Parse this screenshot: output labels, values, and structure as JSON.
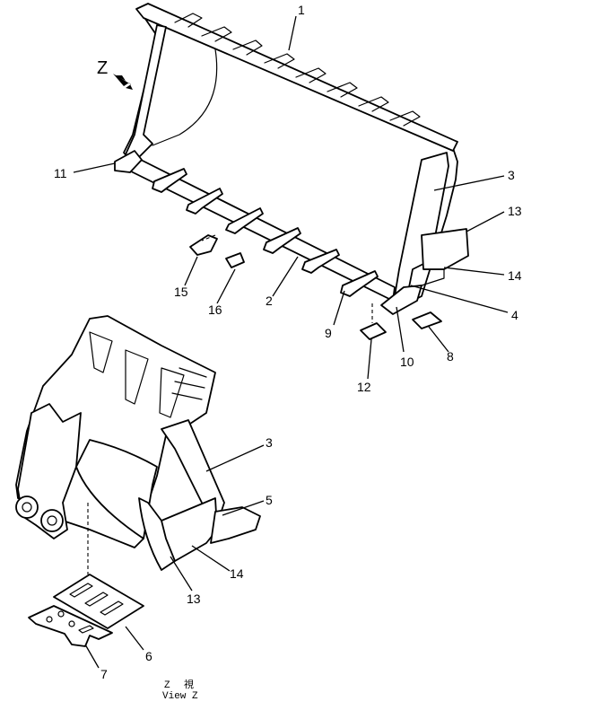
{
  "view_marker": "Z",
  "caption": {
    "line1_left": "Z",
    "line1_right": "視",
    "line2": "View Z"
  },
  "callouts": [
    "1",
    "3",
    "13",
    "14",
    "4",
    "8",
    "10",
    "12",
    "9",
    "2",
    "16",
    "15",
    "11",
    "3",
    "5",
    "14",
    "13",
    "6",
    "7"
  ]
}
